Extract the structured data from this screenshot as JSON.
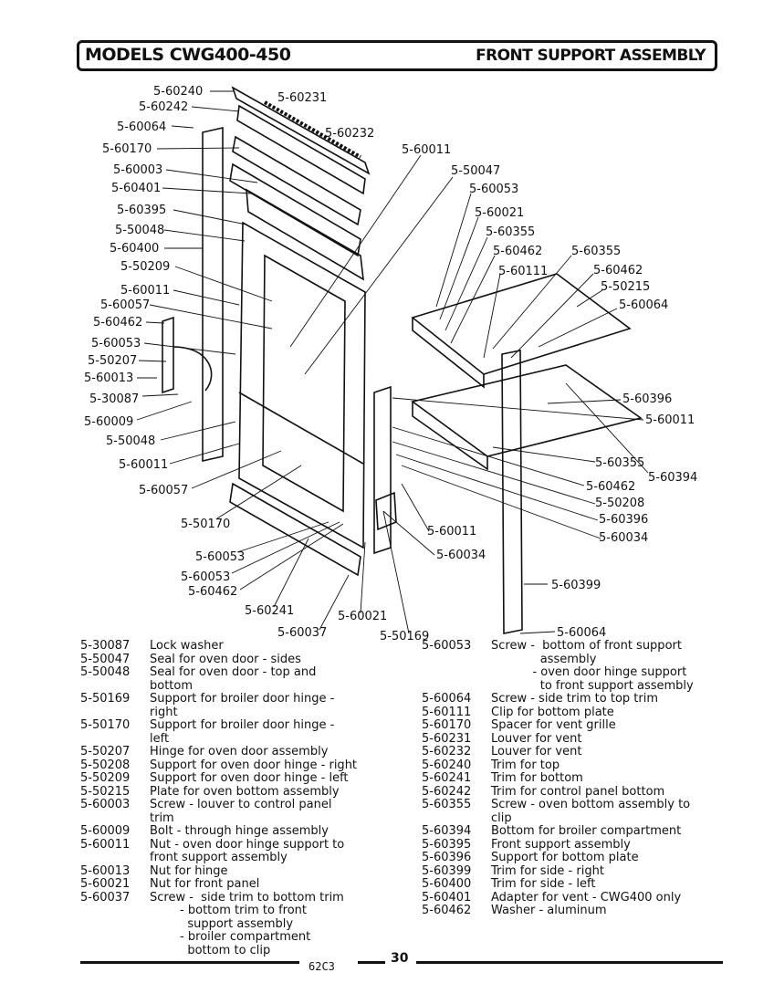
{
  "header": {
    "models": "MODELS CWG400-450",
    "section": "FRONT SUPPORT ASSEMBLY"
  },
  "callouts": [
    "5-60240",
    "5-60242",
    "5-60231",
    "5-60064",
    "5-60232",
    "5-60170",
    "5-60011",
    "5-60003",
    "5-50047",
    "5-60401",
    "5-60053",
    "5-60395",
    "5-60021",
    "5-50048",
    "5-60355",
    "5-60400",
    "5-60462",
    "5-60355",
    "5-50209",
    "5-60111",
    "5-60462",
    "5-60011",
    "5-50215",
    "5-60057",
    "5-60064",
    "5-60462",
    "5-60053",
    "5-50207",
    "5-60013",
    "5-30087",
    "5-60396",
    "5-60009",
    "5-60011",
    "5-50048",
    "5-60011",
    "5-60355",
    "5-60394",
    "5-60057",
    "5-60462",
    "5-50208",
    "5-60396",
    "5-50170",
    "5-60011",
    "5-60034",
    "5-60034",
    "5-60053",
    "5-60053",
    "5-60462",
    "5-60399",
    "5-60241",
    "5-60021",
    "5-60037",
    "5-50169",
    "5-60064"
  ],
  "legend_left": [
    {
      "num": "5-30087",
      "desc": [
        "Lock washer"
      ]
    },
    {
      "num": "5-50047",
      "desc": [
        "Seal for oven door - sides"
      ]
    },
    {
      "num": "5-50048",
      "desc": [
        "Seal for oven door - top and",
        "bottom"
      ]
    },
    {
      "num": "5-50169",
      "desc": [
        "Support for broiler door hinge -",
        "right"
      ]
    },
    {
      "num": "5-50170",
      "desc": [
        "Support for broiler door hinge -",
        "left"
      ]
    },
    {
      "num": "5-50207",
      "desc": [
        "Hinge for oven door assembly"
      ]
    },
    {
      "num": "5-50208",
      "desc": [
        "Support for oven door hinge - right"
      ]
    },
    {
      "num": "5-50209",
      "desc": [
        "Support for oven door hinge - left"
      ]
    },
    {
      "num": "5-50215",
      "desc": [
        "Plate for oven bottom assembly"
      ]
    },
    {
      "num": "5-60003",
      "desc": [
        "Screw - louver to control panel",
        "trim"
      ]
    },
    {
      "num": "5-60009",
      "desc": [
        "Bolt - through hinge assembly"
      ]
    },
    {
      "num": "5-60011",
      "desc": [
        "Nut - oven door hinge support to",
        "front support assembly"
      ]
    },
    {
      "num": "5-60013",
      "desc": [
        "Nut for hinge"
      ]
    },
    {
      "num": "5-60021",
      "desc": [
        "Nut for front panel"
      ]
    },
    {
      "num": "5-60037",
      "desc": [
        "Screw -  side trim to bottom trim",
        "        - bottom trim to front",
        "          support assembly",
        "        - broiler compartment",
        "          bottom to clip"
      ]
    }
  ],
  "legend_right": [
    {
      "num": "5-60053",
      "desc": [
        "Screw -  bottom of front support",
        "             assembly",
        "           - oven door hinge support",
        "             to front support assembly"
      ]
    },
    {
      "num": "5-60064",
      "desc": [
        "Screw - side trim to top trim"
      ]
    },
    {
      "num": "5-60111",
      "desc": [
        "Clip for bottom plate"
      ]
    },
    {
      "num": "5-60170",
      "desc": [
        "Spacer for vent grille"
      ]
    },
    {
      "num": "5-60231",
      "desc": [
        "Louver for vent"
      ]
    },
    {
      "num": "5-60232",
      "desc": [
        "Louver for vent"
      ]
    },
    {
      "num": "5-60240",
      "desc": [
        "Trim for top"
      ]
    },
    {
      "num": "5-60241",
      "desc": [
        "Trim for bottom"
      ]
    },
    {
      "num": "5-60242",
      "desc": [
        "Trim for control panel bottom"
      ]
    },
    {
      "num": "5-60355",
      "desc": [
        "Screw - oven bottom assembly to",
        "clip"
      ]
    },
    {
      "num": "5-60394",
      "desc": [
        "Bottom for broiler compartment"
      ]
    },
    {
      "num": "5-60395",
      "desc": [
        "Front support assembly"
      ]
    },
    {
      "num": "5-60396",
      "desc": [
        "Support for bottom plate"
      ]
    },
    {
      "num": "5-60399",
      "desc": [
        "Trim for side - right"
      ]
    },
    {
      "num": "5-60400",
      "desc": [
        "Trim for side - left"
      ]
    },
    {
      "num": "5-60401",
      "desc": [
        "Adapter for vent - CWG400 only"
      ]
    },
    {
      "num": "5-60462",
      "desc": [
        "Washer - aluminum"
      ]
    }
  ],
  "footer": {
    "code": "62C3",
    "page": "30"
  }
}
